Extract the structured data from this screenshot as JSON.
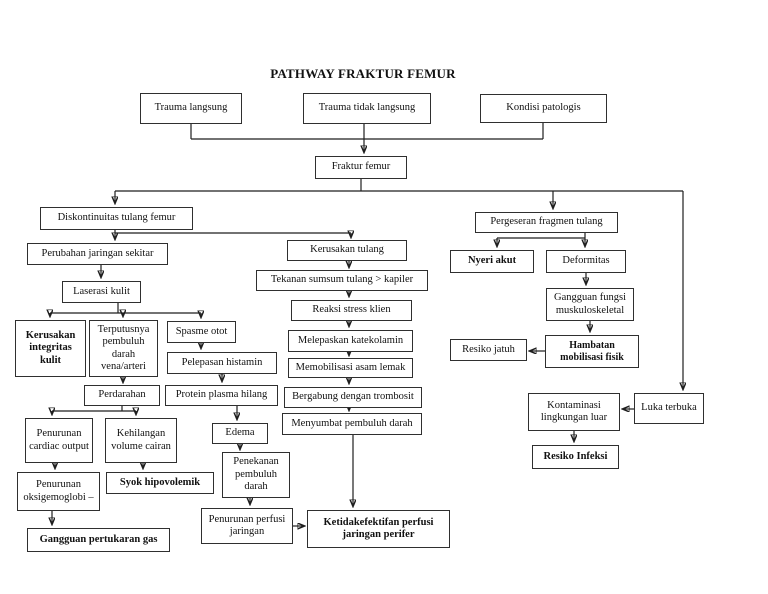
{
  "title": "PATHWAY FRAKTUR FEMUR",
  "colors": {
    "line": "#1f1f1f",
    "box_border": "#2f2f2f",
    "background": "#ffffff",
    "text": "#111111"
  },
  "nodes": {
    "trauma_langsung": "Trauma langsung",
    "trauma_tidak_langsung": "Trauma tidak langsung",
    "kondisi_patologis": "Kondisi patologis",
    "fraktur_femur": "Fraktur femur",
    "diskontinuitas": "Diskontinuitas tulang femur",
    "perubahan_jaringan": "Perubahan jaringan sekitar",
    "laserasi_kulit": "Laserasi kulit",
    "kerusakan_integritas": "Kerusakan integritas kulit",
    "terputusnya": "Terputusnya pembuluh darah vena/arteri",
    "spasme_otot": "Spasme otot",
    "pelepasan_histamin": "Pelepasan histamin",
    "perdarahan": "Perdarahan",
    "protein_plasma": "Protein plasma hilang",
    "penurunan_cardiac": "Penurunan cardiac output",
    "kehilangan_volume": "Kehilangan volume cairan",
    "penurunan_oksigemoglobi": "Penurunan oksigemoglobi –",
    "syok_hipovolemik": "Syok hipovolemik",
    "gangguan_pertukaran_gas": "Gangguan pertukaran gas",
    "edema": "Edema",
    "penekanan_pembuluh": "Penekanan pembuluh darah",
    "penurunan_perfusi": "Penurunan perfusi jaringan",
    "ketidakefektifan": "Ketidakefektifan perfusi jaringan perifer",
    "kerusakan_tulang": "Kerusakan tulang",
    "tekanan_sumsum": "Tekanan sumsum tulang > kapiler",
    "reaksi_stress": "Reaksi stress klien",
    "melepaskan_katekolamin": "Melepaskan katekolamin",
    "memobilisasi_asam": "Memobilisasi asam lemak",
    "bergabung_trombosit": "Bergabung dengan trombosit",
    "menyumbat_pembuluh": "Menyumbat pembuluh darah",
    "pergeseran_fragmen": "Pergeseran fragmen tulang",
    "nyeri_akut": "Nyeri akut",
    "deformitas": "Deformitas",
    "gangguan_fungsi": "Gangguan fungsi muskuloskeletal",
    "hambatan_mobilisasi": "Hambatan mobilisasi fisik",
    "resiko_jatuh": "Resiko jatuh",
    "kontaminasi": "Kontaminasi lingkungan luar",
    "luka_terbuka": "Luka terbuka",
    "resiko_infeksi": "Resiko Infeksi"
  },
  "edges": [
    [
      "trauma_langsung",
      "fraktur_femur"
    ],
    [
      "trauma_tidak_langsung",
      "fraktur_femur"
    ],
    [
      "kondisi_patologis",
      "fraktur_femur"
    ],
    [
      "fraktur_femur",
      "diskontinuitas"
    ],
    [
      "fraktur_femur",
      "pergeseran_fragmen"
    ],
    [
      "fraktur_femur",
      "luka_terbuka"
    ],
    [
      "diskontinuitas",
      "perubahan_jaringan"
    ],
    [
      "diskontinuitas",
      "kerusakan_tulang"
    ],
    [
      "perubahan_jaringan",
      "laserasi_kulit"
    ],
    [
      "laserasi_kulit",
      "kerusakan_integritas"
    ],
    [
      "laserasi_kulit",
      "terputusnya"
    ],
    [
      "laserasi_kulit",
      "spasme_otot"
    ],
    [
      "spasme_otot",
      "pelepasan_histamin"
    ],
    [
      "pelepasan_histamin",
      "protein_plasma"
    ],
    [
      "protein_plasma",
      "edema"
    ],
    [
      "edema",
      "penekanan_pembuluh"
    ],
    [
      "penekanan_pembuluh",
      "penurunan_perfusi"
    ],
    [
      "penurunan_perfusi",
      "ketidakefektifan"
    ],
    [
      "terputusnya",
      "perdarahan"
    ],
    [
      "perdarahan",
      "penurunan_cardiac"
    ],
    [
      "perdarahan",
      "kehilangan_volume"
    ],
    [
      "penurunan_cardiac",
      "penurunan_oksigemoglobi"
    ],
    [
      "penurunan_oksigemoglobi",
      "gangguan_pertukaran_gas"
    ],
    [
      "kehilangan_volume",
      "syok_hipovolemik"
    ],
    [
      "kerusakan_tulang",
      "tekanan_sumsum"
    ],
    [
      "tekanan_sumsum",
      "reaksi_stress"
    ],
    [
      "reaksi_stress",
      "melepaskan_katekolamin"
    ],
    [
      "melepaskan_katekolamin",
      "memobilisasi_asam"
    ],
    [
      "memobilisasi_asam",
      "bergabung_trombosit"
    ],
    [
      "bergabung_trombosit",
      "menyumbat_pembuluh"
    ],
    [
      "menyumbat_pembuluh",
      "ketidakefektifan"
    ],
    [
      "pergeseran_fragmen",
      "nyeri_akut"
    ],
    [
      "pergeseran_fragmen",
      "deformitas"
    ],
    [
      "deformitas",
      "gangguan_fungsi"
    ],
    [
      "gangguan_fungsi",
      "hambatan_mobilisasi"
    ],
    [
      "hambatan_mobilisasi",
      "resiko_jatuh"
    ],
    [
      "luka_terbuka",
      "kontaminasi"
    ],
    [
      "kontaminasi",
      "resiko_infeksi"
    ]
  ]
}
